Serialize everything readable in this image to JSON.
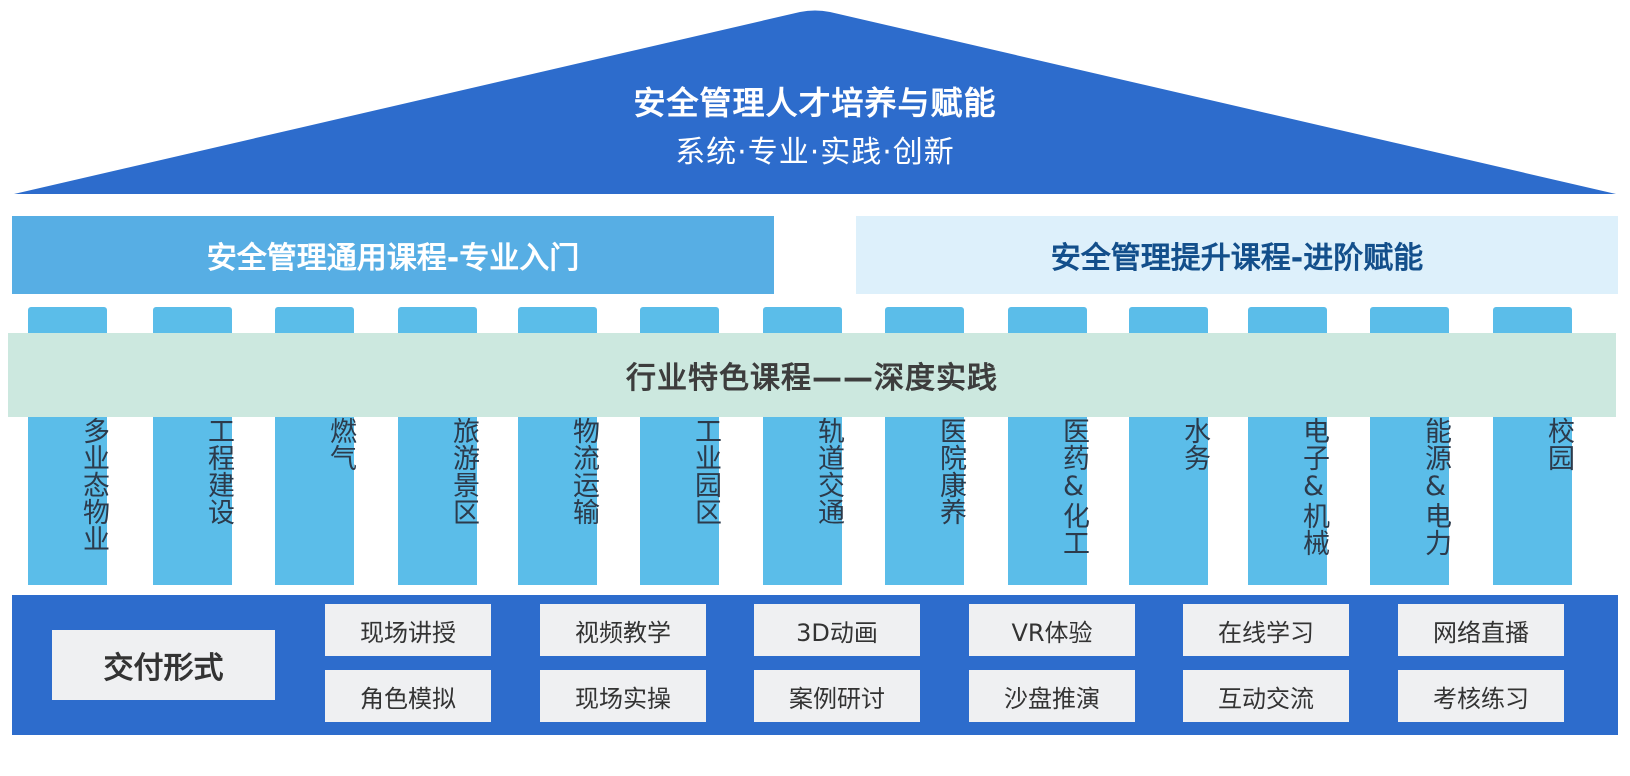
{
  "roof": {
    "title": "安全管理人才培养与赋能",
    "subtitle": "系统·专业·实践·创新"
  },
  "banners": {
    "general": "安全管理通用课程-专业入门",
    "advanced": "安全管理提升课程-进阶赋能"
  },
  "industry_band": "行业特色课程——深度实践",
  "pillars": [
    "多业态物业",
    "工程建设",
    "燃气",
    "旅游景区",
    "物流运输",
    "工业园区",
    "轨道交通",
    "医院康养",
    "医药&化工",
    "水务",
    "电子&机械",
    "能源&电力",
    "校园"
  ],
  "delivery": {
    "label": "交付形式",
    "methods_row1": [
      "现场讲授",
      "视频教学",
      "3D动画",
      "VR体验",
      "在线学习",
      "网络直播"
    ],
    "methods_row2": [
      "角色模拟",
      "现场实操",
      "案例研讨",
      "沙盘推演",
      "互动交流",
      "考核练习"
    ]
  },
  "colors": {
    "roof": "#2d6ccc",
    "general_banner": "#57aee4",
    "advanced_banner": "#ddf0fb",
    "advanced_text": "#134f8b",
    "pillar": "#5bbde9",
    "band": "#cce8df",
    "delivery_bg": "#2d6ccc",
    "tile": "#eff0f2"
  }
}
